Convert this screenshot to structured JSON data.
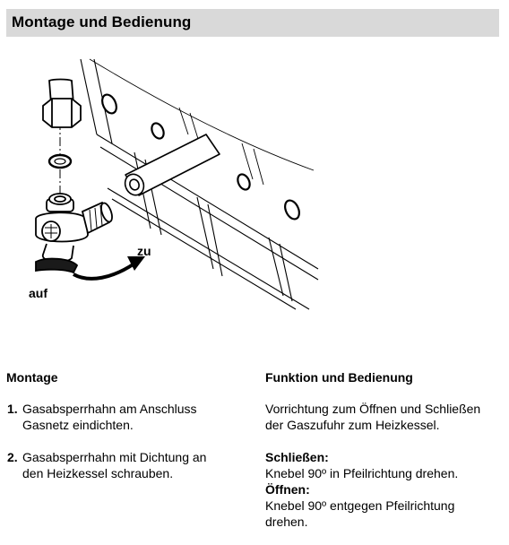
{
  "header": {
    "title": "Montage und Bedienung"
  },
  "figure": {
    "label_zu": "zu",
    "label_auf": "auf"
  },
  "montage": {
    "heading": "Montage",
    "steps": [
      {
        "num": "1.",
        "line1": "Gasabsperrhahn am Anschluss",
        "line2": "Gasnetz eindichten."
      },
      {
        "num": "2.",
        "line1": "Gasabsperrhahn mit Dichtung an",
        "line2": "den Heizkessel schrauben."
      }
    ]
  },
  "funktion": {
    "heading": "Funktion und Bedienung",
    "intro_line1": "Vorrichtung zum Öffnen und Schließen",
    "intro_line2": "der Gaszufuhr zum Heizkessel.",
    "close_title": "Schließen:",
    "close_text": "Knebel 90º in Pfeilrichtung drehen.",
    "open_title": "Öffnen:",
    "open_line1": "Knebel 90º entgegen Pfeilrichtung",
    "open_line2": "drehen."
  }
}
